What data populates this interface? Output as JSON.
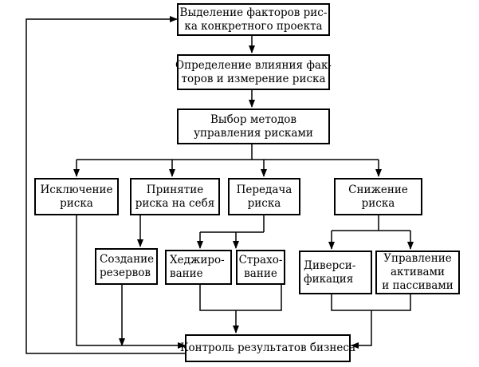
{
  "nodes": {
    "identify": {
      "lines": [
        "Выделение факторов рис-",
        "ка конкретного проекта"
      ]
    },
    "measure": {
      "lines": [
        "Определение влияния фак-",
        "торов и измерение риска"
      ]
    },
    "methods": {
      "lines": [
        "Выбор методов",
        "управления рисками"
      ]
    },
    "exclusion": {
      "lines": [
        "Исключение",
        "риска"
      ]
    },
    "acceptance": {
      "lines": [
        "Принятие",
        "риска на себя"
      ]
    },
    "transfer": {
      "lines": [
        "Передача",
        "риска"
      ]
    },
    "reduction": {
      "lines": [
        "Снижение",
        "риска"
      ]
    },
    "reserves": {
      "lines": [
        "Создание",
        "резервов"
      ]
    },
    "hedging": {
      "lines": [
        "Хеджиро-",
        "вание"
      ]
    },
    "insurance": {
      "lines": [
        "Страхо-",
        "вание"
      ]
    },
    "diversify": {
      "lines": [
        "Диверси-",
        "фикация"
      ]
    },
    "asset_mgmt": {
      "lines": [
        "Управление",
        "активами",
        "и пассивами"
      ]
    },
    "control": {
      "lines": [
        "Контроль результатов бизнеса"
      ]
    }
  }
}
